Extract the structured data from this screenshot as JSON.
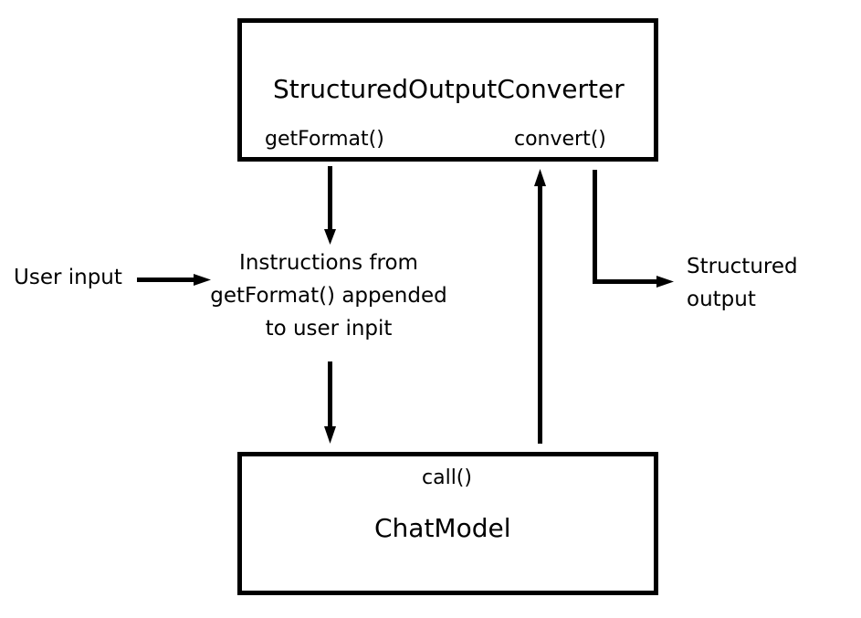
{
  "converter": {
    "title": "StructuredOutputConverter",
    "method_left": "getFormat()",
    "method_right": "convert()"
  },
  "chat_model": {
    "title": "ChatModel",
    "method": "call()"
  },
  "user_input": "User input",
  "instructions": {
    "line1": "Instructions from",
    "line2": "getFormat() appended",
    "line3": "to user inpit"
  },
  "structured_output": {
    "line1": "Structured",
    "line2": "output"
  }
}
